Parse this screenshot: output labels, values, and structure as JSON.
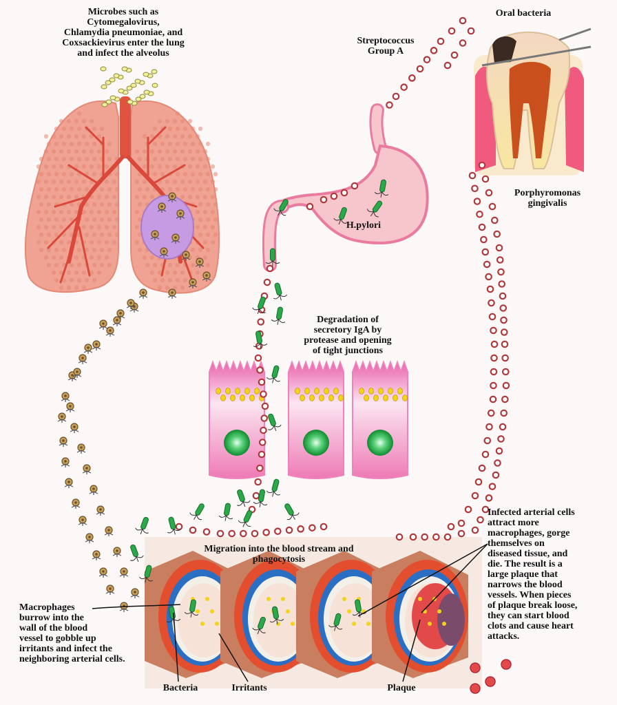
{
  "labels": {
    "microbes": "Microbes such as\nCytomegalovirus,\nChlamydia pneumoniae, and\nCoxsackievirus enter the lung\nand infect the alveolus",
    "strep": "Streptococcus\nGroup A",
    "oral": "Oral bacteria",
    "porph": "Porphyromonas\ngingivalis",
    "hpylori": "H.pylori",
    "degradation": "Degradation of\nsecretory IgA by\nprotease and opening\nof tight junctions",
    "migration": "Migration into the blood stream and\nphagocytosis",
    "infected": "Infected arterial cells\nattract more\nmacrophages, gorge\nthemselves on\ndiseased tissue, and\ndie. The result is a\nlarge plaque that\nnarrows the blood\nvessels. When pieces\nof plaque break loose,\nthey can start blood\nclots and cause heart\nattacks.",
    "macrophages": "Macrophages\nburrow into the\nwall of the blood\nvessel to gobble up\nirritants and infect the\nneighboring arterial cells.",
    "bacteria": "Bacteria",
    "irritants": "Irritants",
    "plaque": "Plaque"
  },
  "colors": {
    "lung": "#f0a393",
    "bronchi": "#d9483a",
    "alveolus": "#c69be3",
    "stomach": "#f7c6cc",
    "stomach_edge": "#e97aa0",
    "cell": "#ef82ba",
    "nucleus": "#19a83b",
    "granule": "#f3d21a",
    "vessel_outer": "#c97e60",
    "vessel_wall": "#e24e2e",
    "blood": "#f6e2d6",
    "bead": "#b0383a",
    "bacterium": "#2aa84a"
  }
}
